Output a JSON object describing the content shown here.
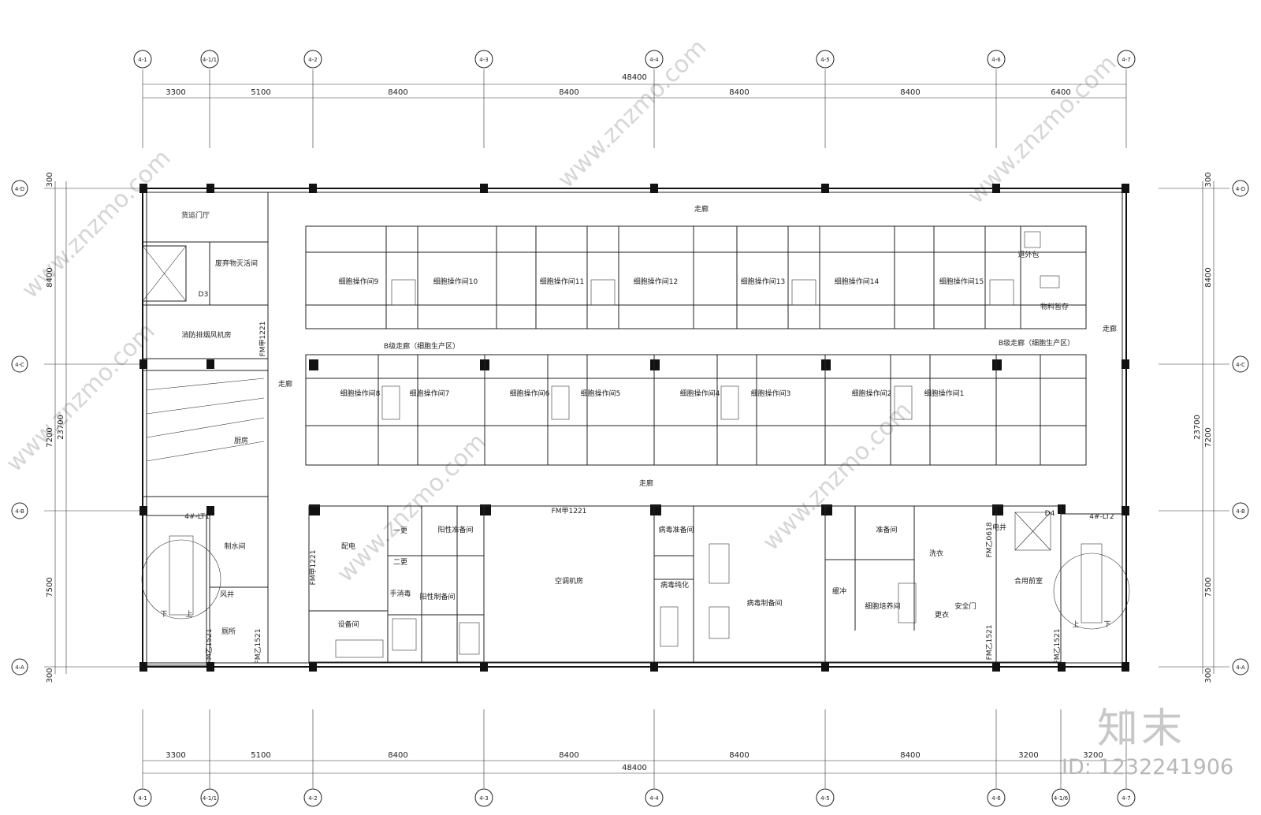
{
  "axes_top": [
    "4-1",
    "4-1/1",
    "4-2",
    "4-3",
    "4-4",
    "4-5",
    "4-6",
    "4-7"
  ],
  "axes_bottom": [
    "4-1",
    "4-1/1",
    "4-2",
    "4-3",
    "4-4",
    "4-5",
    "4-6",
    "4-1/6",
    "4-7"
  ],
  "axes_rows": [
    "4-D",
    "4-C",
    "4-B",
    "4-A"
  ],
  "dims_top": [
    "3300",
    "5100",
    "8400",
    "8400",
    "8400",
    "8400",
    "6400"
  ],
  "dims_top_total": "48400",
  "dims_bottom": [
    "3300",
    "5100",
    "8400",
    "8400",
    "8400",
    "8400",
    "3200",
    "3200"
  ],
  "dims_bottom_total": "48400",
  "dims_side_outer": [
    "300",
    "8400",
    "7200",
    "7500",
    "300"
  ],
  "dims_side_total": "23700",
  "rooms": {
    "corridor_top": "走廊",
    "corridor_mid": "走廊",
    "corridor_left": "走廊",
    "corridor_right": "走廊",
    "b_corridor_left": "B级走廊（细胞生产区）",
    "b_corridor_right": "B级走廊（细胞生产区）",
    "freight_lobby": "货运门厅",
    "waste_room": "废弃物灭活间",
    "smoke_room": "消防排烟风机房",
    "kitchen": "厨房",
    "water_room": "制水间",
    "power": "配电",
    "equipment": "设备间",
    "ac_room": "空调机房",
    "virus_prep": "病毒制备间",
    "virus_purify": "病毒纯化",
    "virus_ready": "病毒准备间",
    "positive_prep": "阳性制备间",
    "positive_ready": "阳性准备间",
    "cell_culture": "细胞培养间",
    "prep": "准备间",
    "wash": "洗衣",
    "dressing": "更衣",
    "toilet": "厕所",
    "elec": "电井",
    "wind": "风井",
    "storage": "物料暂存",
    "public_ready": "合用前室",
    "stair1": "4#-LT1",
    "stair2": "4#-LT2",
    "d3": "D3",
    "d4": "D4",
    "safe_door": "安全门",
    "fm1": "FM甲1221",
    "fm2": "FM甲1221",
    "fm3": "FM乙1521",
    "fm4": "FM乙1521",
    "fm5": "FM乙1521",
    "fm6": "FM乙1521",
    "fm7": "FM甲1221",
    "fm8": "FM乙0618",
    "first_change": "一更",
    "second_change": "二更",
    "hand_wash": "手消毒",
    "buffer": "缓冲",
    "outer_pack": "退外包",
    "up": "上",
    "down": "下"
  },
  "cells_top": [
    "细胞操作间9",
    "细胞操作间10",
    "细胞操作间11",
    "细胞操作间12",
    "细胞操作间13",
    "细胞操作间14",
    "细胞操作间15"
  ],
  "cells_bottom": [
    "细胞操作间8",
    "细胞操作间7",
    "细胞操作间6",
    "细胞操作间5",
    "细胞操作间4",
    "细胞操作间3",
    "细胞操作间2",
    "细胞操作间1"
  ],
  "brand": "知末",
  "image_id": "ID: 1232241906",
  "watermark": "www.znzmo.com"
}
